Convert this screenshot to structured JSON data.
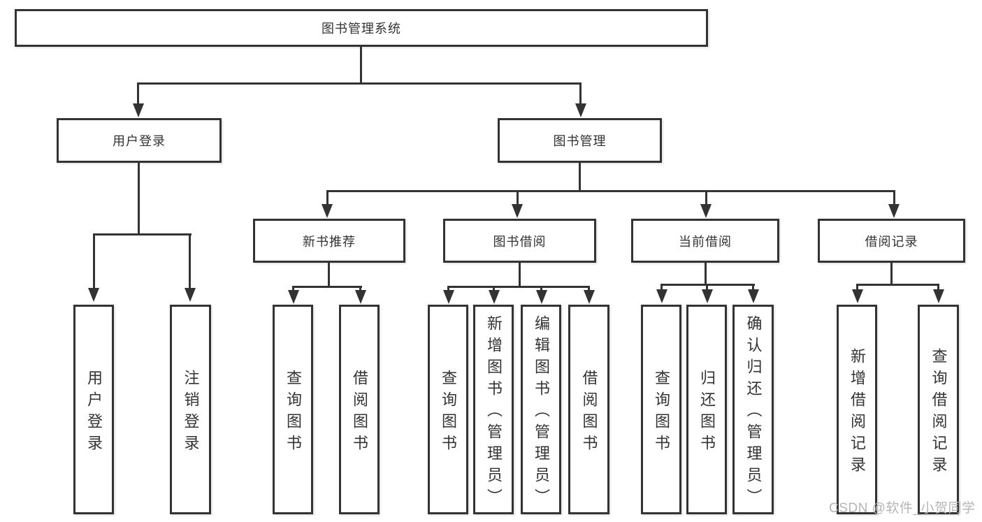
{
  "diagram": {
    "nodes": {
      "root": "图书管理系统",
      "level2": {
        "user_login": "用户登录",
        "book_mgmt": "图书管理"
      },
      "level3": {
        "new_book_rec": "新书推荐",
        "book_borrow": "图书借阅",
        "current_borrow": "当前借阅",
        "borrow_records": "借阅记录"
      },
      "level4": {
        "user_login_group": {
          "login": "用户登录",
          "logout": "注销登录"
        },
        "new_book_rec_group": {
          "query_books": "查询图书",
          "borrow_books": "借阅图书"
        },
        "book_borrow_group": {
          "query_books": "查询图书",
          "add_books_admin": "新增图书（管理员）",
          "edit_books_admin": "编辑图书（管理员）",
          "borrow_books": "借阅图书"
        },
        "current_borrow_group": {
          "query_books": "查询图书",
          "return_books": "归还图书",
          "confirm_return_admin": "确认归还（管理员）"
        },
        "borrow_records_group": {
          "add_borrow_record": "新增借阅记录",
          "query_borrow_record": "查询借阅记录"
        }
      }
    },
    "watermark": "CSDN @软件_小贺同学",
    "colors": {
      "line": "#333333",
      "text": "#333333",
      "watermark": "#b5b5b5",
      "background": "#ffffff"
    }
  }
}
